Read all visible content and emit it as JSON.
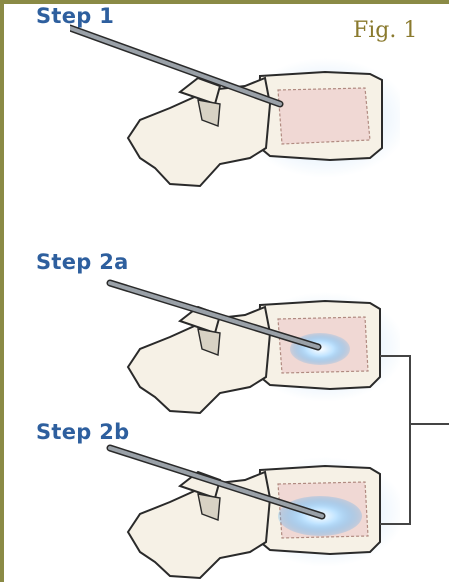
{
  "figure_label": "Fig. 1",
  "steps": [
    {
      "label": "Step 1"
    },
    {
      "label": "Step 2a"
    },
    {
      "label": "Step 2b"
    }
  ],
  "colors": {
    "frame": "#8a8a45",
    "fig_label": "#8a7a2e",
    "step_label": "#2e5f9e",
    "bone_fill": "#f6f1e6",
    "bone_outline": "#2a2a2a",
    "marrow": "#f0d8d4",
    "glow": "#9cc8f0",
    "needle": "#9aa1a8",
    "cement": "#4aa8ee",
    "bracket": "#444444"
  }
}
